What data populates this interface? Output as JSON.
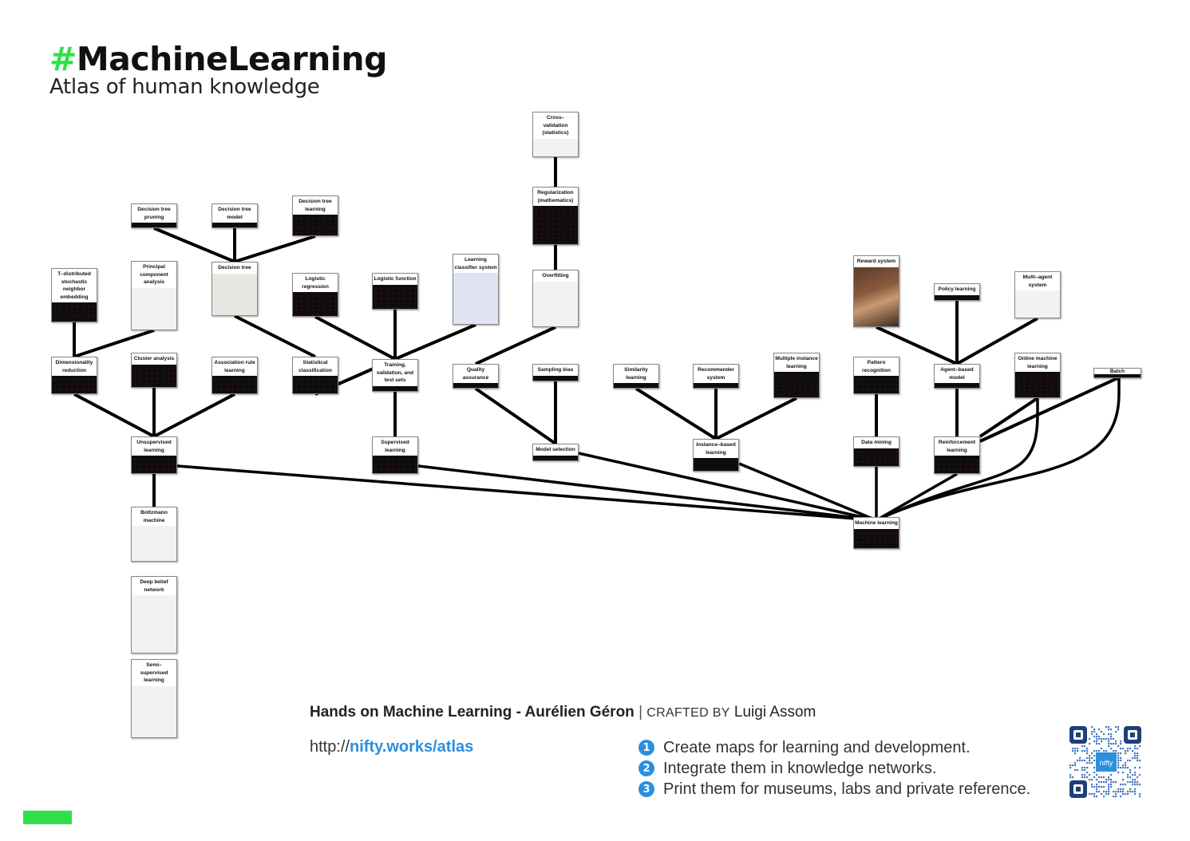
{
  "header": {
    "hash": "#",
    "title": "MachineLearning",
    "subtitle": "Atlas of human knowledge"
  },
  "nodes": [
    {
      "id": "tsne",
      "label": "T–distributed stochastic neighbor embedding",
      "thumb": "dots"
    },
    {
      "id": "pca",
      "label": "Principal component analysis",
      "thumb": "light"
    },
    {
      "id": "dt_pruning",
      "label": "Decision tree pruning",
      "thumb": "none"
    },
    {
      "id": "dt_model",
      "label": "Decision tree model",
      "thumb": "none"
    },
    {
      "id": "dt_learning",
      "label": "Decision tree learning",
      "thumb": "dots"
    },
    {
      "id": "decision_tree",
      "label": "Decision tree",
      "thumb": "map"
    },
    {
      "id": "logreg",
      "label": "Logistic regression",
      "thumb": "dots"
    },
    {
      "id": "logfunc",
      "label": "Logistic function",
      "thumb": "dots"
    },
    {
      "id": "lcs",
      "label": "Learning classifier system",
      "thumb": "grid"
    },
    {
      "id": "crossval",
      "label": "Cross– validation (statistics)",
      "thumb": "light"
    },
    {
      "id": "regularization",
      "label": "Regularization (mathematics)",
      "thumb": "dots"
    },
    {
      "id": "overfitting",
      "label": "Overfitting",
      "thumb": "light"
    },
    {
      "id": "dimred",
      "label": "Dimensionality reduction",
      "thumb": "dots"
    },
    {
      "id": "cluster",
      "label": "Cluster analysis",
      "thumb": "dots"
    },
    {
      "id": "assoc",
      "label": "Association rule learning",
      "thumb": "dots"
    },
    {
      "id": "statclass",
      "label": "Statistical classification",
      "thumb": "dots"
    },
    {
      "id": "tvt",
      "label": "Training, validation, and test sets",
      "thumb": "none"
    },
    {
      "id": "qa",
      "label": "Quality assurance",
      "thumb": "none"
    },
    {
      "id": "sampling",
      "label": "Sampling bias",
      "thumb": "none"
    },
    {
      "id": "similarity",
      "label": "Similarity learning",
      "thumb": "none"
    },
    {
      "id": "recommender",
      "label": "Recommender system",
      "thumb": "none"
    },
    {
      "id": "multiinstance",
      "label": "Multiple instance learning",
      "thumb": "dots"
    },
    {
      "id": "reward",
      "label": "Reward system",
      "thumb": "photo"
    },
    {
      "id": "policy",
      "label": "Policy learning",
      "thumb": "none"
    },
    {
      "id": "multiagent",
      "label": "Multi–agent system",
      "thumb": "light"
    },
    {
      "id": "pattern",
      "label": "Pattern recognition",
      "thumb": "dots"
    },
    {
      "id": "agentbased",
      "label": "Agent–based model",
      "thumb": "dots"
    },
    {
      "id": "online",
      "label": "Online machine learning",
      "thumb": "dots"
    },
    {
      "id": "batch",
      "label": "Batch",
      "thumb": "none"
    },
    {
      "id": "unsupervised",
      "label": "Unsupervised learning",
      "thumb": "dots"
    },
    {
      "id": "supervised",
      "label": "Supervised learning",
      "thumb": "dots"
    },
    {
      "id": "modelsel",
      "label": "Model selection",
      "thumb": "none"
    },
    {
      "id": "instance",
      "label": "Instance–based learning",
      "thumb": "none"
    },
    {
      "id": "datamining",
      "label": "Data mining",
      "thumb": "dots"
    },
    {
      "id": "reinforcement",
      "label": "Reinforcement learning",
      "thumb": "dots"
    },
    {
      "id": "ml",
      "label": "Machine learning",
      "thumb": "dots"
    },
    {
      "id": "boltzmann",
      "label": "Boltzmann machine",
      "thumb": "light"
    },
    {
      "id": "dbn",
      "label": "Deep belief network",
      "thumb": "light"
    },
    {
      "id": "semisup",
      "label": "Semi– supervised learning",
      "thumb": "light"
    }
  ],
  "edges": [
    [
      "dimred",
      "tsne"
    ],
    [
      "dimred",
      "pca"
    ],
    [
      "decision_tree",
      "dt_pruning"
    ],
    [
      "decision_tree",
      "dt_model"
    ],
    [
      "decision_tree",
      "dt_learning"
    ],
    [
      "unsupervised",
      "dimred"
    ],
    [
      "unsupervised",
      "cluster"
    ],
    [
      "unsupervised",
      "assoc"
    ],
    [
      "statclass",
      "decision_tree"
    ],
    [
      "tvt",
      "logreg"
    ],
    [
      "tvt",
      "logfunc"
    ],
    [
      "tvt",
      "lcs"
    ],
    [
      "tvt",
      "statclass"
    ],
    [
      "supervised",
      "tvt"
    ],
    [
      "regularization",
      "crossval"
    ],
    [
      "overfitting",
      "regularization"
    ],
    [
      "qa",
      "overfitting"
    ],
    [
      "modelsel",
      "qa"
    ],
    [
      "modelsel",
      "sampling"
    ],
    [
      "instance",
      "similarity"
    ],
    [
      "instance",
      "recommender"
    ],
    [
      "instance",
      "multiinstance"
    ],
    [
      "agentbased",
      "reward"
    ],
    [
      "agentbased",
      "policy"
    ],
    [
      "agentbased",
      "multiagent"
    ],
    [
      "reinforcement",
      "agentbased"
    ],
    [
      "reinforcement",
      "online"
    ],
    [
      "reinforcement",
      "batch"
    ],
    [
      "datamining",
      "pattern"
    ],
    [
      "boltzmann",
      "unsupervised"
    ],
    [
      "ml",
      "unsupervised"
    ],
    [
      "ml",
      "supervised"
    ],
    [
      "ml",
      "modelsel"
    ],
    [
      "ml",
      "instance"
    ],
    [
      "ml",
      "datamining"
    ],
    [
      "ml",
      "reinforcement"
    ],
    [
      "ml",
      "online"
    ],
    [
      "ml",
      "batch"
    ]
  ],
  "footer": {
    "book": "Hands on Machine Learning - Aurélien Géron",
    "separator": "|",
    "crafted_by": "CRAFTED BY",
    "author": "Luigi Assom",
    "url_prefix": "http://",
    "url_domain": "nifty.works/atlas",
    "bullets": [
      {
        "num": "1",
        "text": "Create maps for learning and development."
      },
      {
        "num": "2",
        "text": "Integrate them in knowledge networks."
      },
      {
        "num": "3",
        "text": "Print them for museums, labs and private reference."
      }
    ],
    "qr_label": "nifty"
  },
  "colors": {
    "accent_green": "#2fe04a",
    "link_blue": "#2b8fe0",
    "edge": "#000000",
    "node_thumb": "#0d0d0d"
  }
}
